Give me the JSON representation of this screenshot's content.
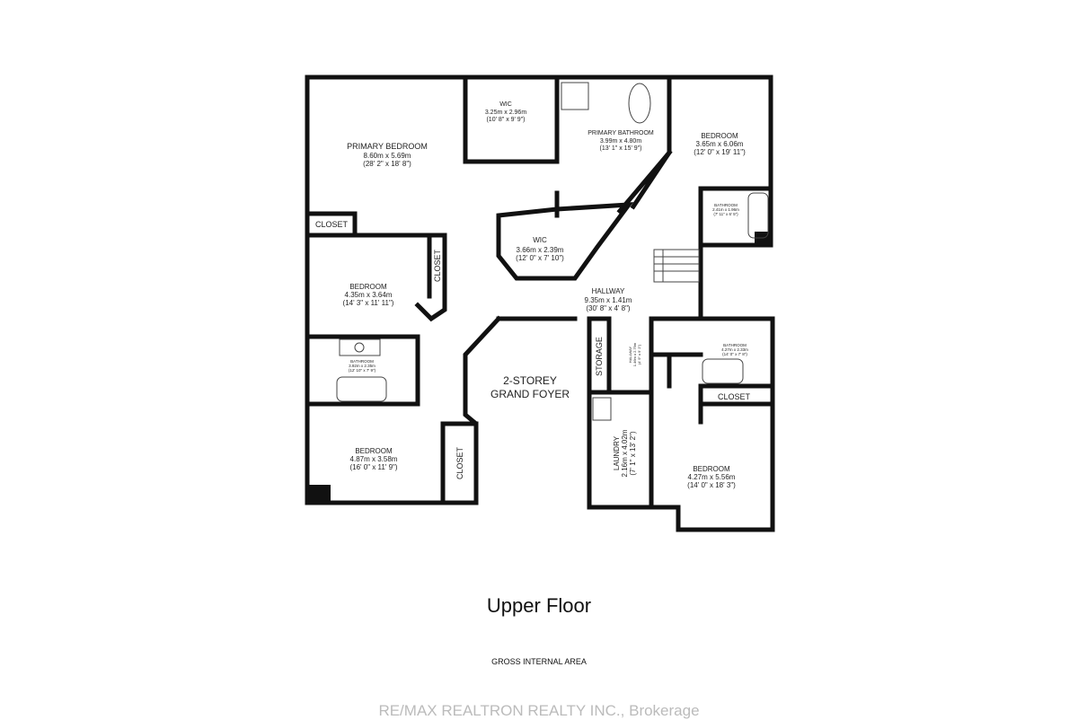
{
  "plan": {
    "title": "Upper Floor",
    "gross_area_label": "GROSS INTERNAL AREA",
    "watermark": "RE/MAX REALTRON REALTY INC., Brokerage",
    "rooms": [
      {
        "name": "PRIMARY BEDROOM",
        "metric": "8.60m x 5.69m",
        "imperial": "(28' 2\" x 18' 8\")"
      },
      {
        "name": "WIC",
        "metric": "3.25m x 2.96m",
        "imperial": "(10' 8\" x 9' 9\")"
      },
      {
        "name": "PRIMARY BATHROOM",
        "metric": "3.99m x 4.80m",
        "imperial": "(13' 1\" x 15' 9\")"
      },
      {
        "name": "BEDROOM",
        "metric": "3.65m x 6.06m",
        "imperial": "(12' 0\" x 19' 11\")"
      },
      {
        "name": "BATHROOM",
        "metric": "2.41m x 1.96m",
        "imperial": "(7' 11\" x 6' 5\")"
      },
      {
        "name": "WIC",
        "metric": "3.66m x 2.39m",
        "imperial": "(12' 0\" x 7' 10\")"
      },
      {
        "name": "BEDROOM",
        "metric": "4.35m x 3.64m",
        "imperial": "(14' 3\" x 11' 11\")"
      },
      {
        "name": "HALLWAY",
        "metric": "9.35m x 1.41m",
        "imperial": "(30' 8\" x 4' 8\")"
      },
      {
        "name": "BATHROOM",
        "metric": "3.92m x 2.35m",
        "imperial": "(12' 10\" x 7' 9\")"
      },
      {
        "name": "BATHROOM",
        "metric": "4.27m x 2.33m",
        "imperial": "(14' 0\" x 7' 8\")"
      },
      {
        "name": "BEDROOM",
        "metric": "4.87m x 3.58m",
        "imperial": "(16' 0\" x 11' 9\")"
      },
      {
        "name": "BEDROOM",
        "metric": "4.27m x 5.56m",
        "imperial": "(14' 0\" x 18' 3\")"
      },
      {
        "name": "LAUNDRY",
        "metric": "2.16m x 4.02m",
        "imperial": "(7' 1\" x 13' 2\")"
      },
      {
        "name": "HALLWAY",
        "metric": "1.46m x 2.79m",
        "imperial": "(4' 9\" x 9' 2\")"
      }
    ],
    "labels": {
      "closet": "CLOSET",
      "storage": "STORAGE",
      "foyer_line1": "2-STOREY",
      "foyer_line2": "GRAND FOYER"
    }
  }
}
